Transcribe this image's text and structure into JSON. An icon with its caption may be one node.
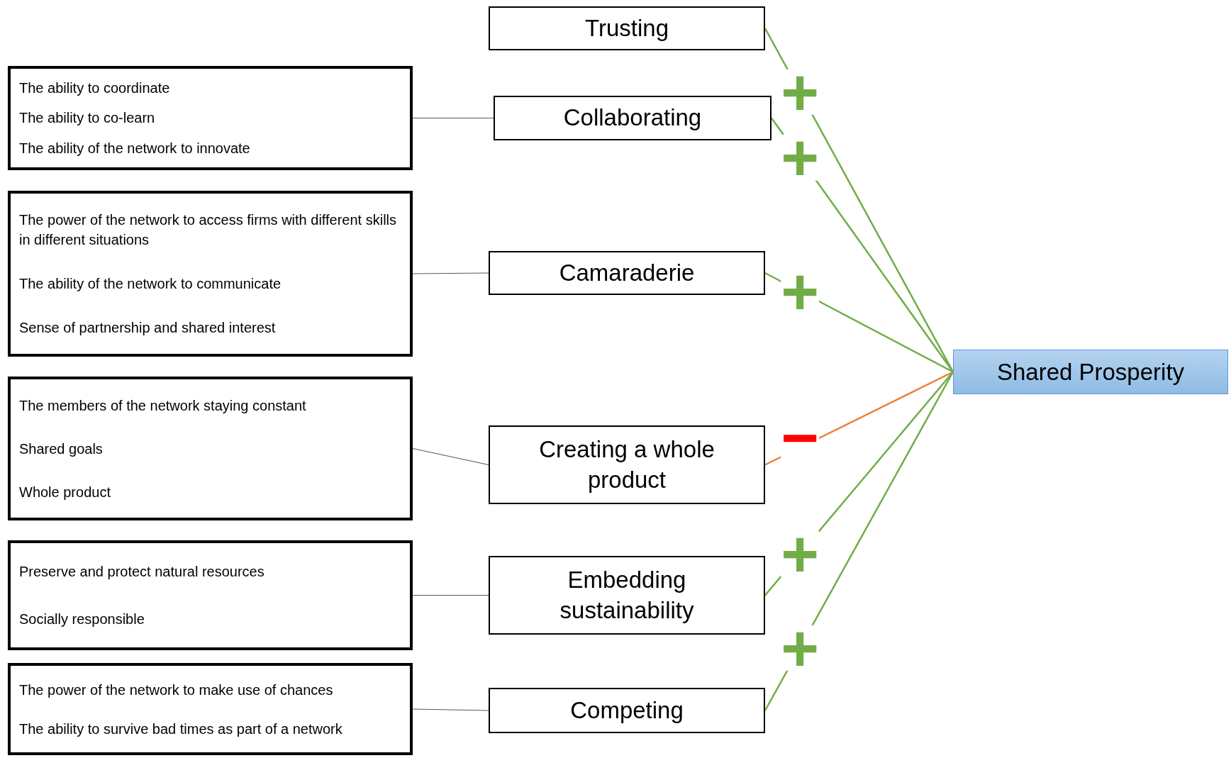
{
  "diagram": {
    "nodes": [
      {
        "text": [
          "Trusting"
        ]
      },
      {
        "text": [
          "The ability to coordinate",
          "The ability to co-learn",
          "The ability of the network to innovate"
        ]
      },
      {
        "text": [
          "Collaborating"
        ]
      },
      {
        "text": [
          "The power of the network to access firms with different skills in different situations",
          "The ability of the network to communicate",
          "Sense of partnership and shared interest"
        ]
      },
      {
        "text": [
          "Camaraderie"
        ]
      },
      {
        "text": [
          "The members of the network staying constant",
          "Shared goals",
          "Whole product"
        ]
      },
      {
        "text": [
          "Creating a whole product"
        ]
      },
      {
        "text": [
          "Preserve and protect natural resources",
          "Socially responsible"
        ]
      },
      {
        "text": [
          "Embedding sustainability"
        ]
      },
      {
        "text": [
          "The power of the network to make use of chances",
          "The ability to survive bad times as part of a network"
        ]
      },
      {
        "text": [
          "Competing"
        ]
      },
      {
        "text": [
          "Shared Prosperity"
        ]
      }
    ],
    "edges": [
      {
        "from": 1,
        "to": 2,
        "arrow": "none"
      },
      {
        "from": 3,
        "to": 4,
        "arrow": "none"
      },
      {
        "from": 5,
        "to": 6,
        "arrow": "none"
      },
      {
        "from": 7,
        "to": 8,
        "arrow": "none"
      },
      {
        "from": 9,
        "to": 10,
        "arrow": "none"
      },
      {
        "from": 0,
        "to": 11,
        "arrow": "none",
        "color": "#70ad47",
        "label": "+"
      },
      {
        "from": 2,
        "to": 11,
        "arrow": "none",
        "color": "#70ad47",
        "label": "+"
      },
      {
        "from": 4,
        "to": 11,
        "arrow": "none",
        "color": "#70ad47",
        "label": "+"
      },
      {
        "from": 6,
        "to": 11,
        "arrow": "none",
        "color": "#ed7d31",
        "label": "−"
      },
      {
        "from": 8,
        "to": 11,
        "arrow": "none",
        "color": "#70ad47",
        "label": "+"
      },
      {
        "from": 10,
        "to": 11,
        "arrow": "none",
        "color": "#70ad47",
        "label": "+"
      }
    ]
  }
}
